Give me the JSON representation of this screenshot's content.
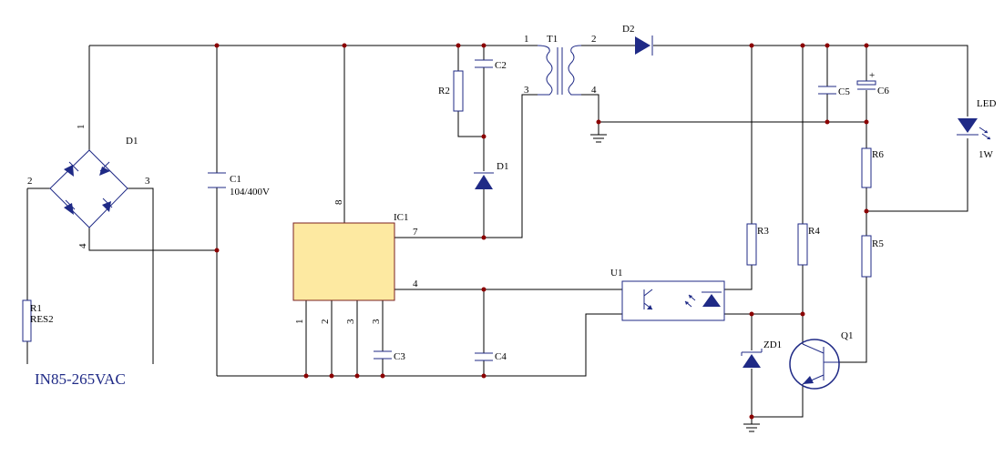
{
  "schematic": {
    "input_label": "IN85-265VAC",
    "colors": {
      "wire": "#000000",
      "component": "#1f2a86",
      "ic_fill": "#fde9a1",
      "ic_border": "#7a2020",
      "junction": "#8b0000"
    },
    "bridge": {
      "ref": "D1",
      "pin1": "1",
      "pin2": "2",
      "pin3": "3",
      "pin4": "4"
    },
    "r1": {
      "ref": "R1",
      "value": "RES2"
    },
    "c1": {
      "ref": "C1",
      "value": "104/400V"
    },
    "ic1": {
      "ref": "IC1",
      "pin8": "8",
      "pin7": "7",
      "pin4": "4",
      "pin1": "1",
      "pin2": "2",
      "pin3a": "3",
      "pin3b": "3"
    },
    "r2": {
      "ref": "R2"
    },
    "c2": {
      "ref": "C2"
    },
    "d1": {
      "ref": "D1"
    },
    "c3": {
      "ref": "C3"
    },
    "c4": {
      "ref": "C4"
    },
    "t1": {
      "ref": "T1",
      "pin1": "1",
      "pin2": "2",
      "pin3": "3",
      "pin4": "4"
    },
    "d2": {
      "ref": "D2"
    },
    "c5": {
      "ref": "C5"
    },
    "c6": {
      "ref": "C6",
      "polarity": "+"
    },
    "led": {
      "ref": "LED",
      "power": "1W"
    },
    "r6": {
      "ref": "R6"
    },
    "r3": {
      "ref": "R3"
    },
    "r4": {
      "ref": "R4"
    },
    "r5": {
      "ref": "R5"
    },
    "u1": {
      "ref": "U1"
    },
    "zd1": {
      "ref": "ZD1"
    },
    "q1": {
      "ref": "Q1"
    }
  }
}
